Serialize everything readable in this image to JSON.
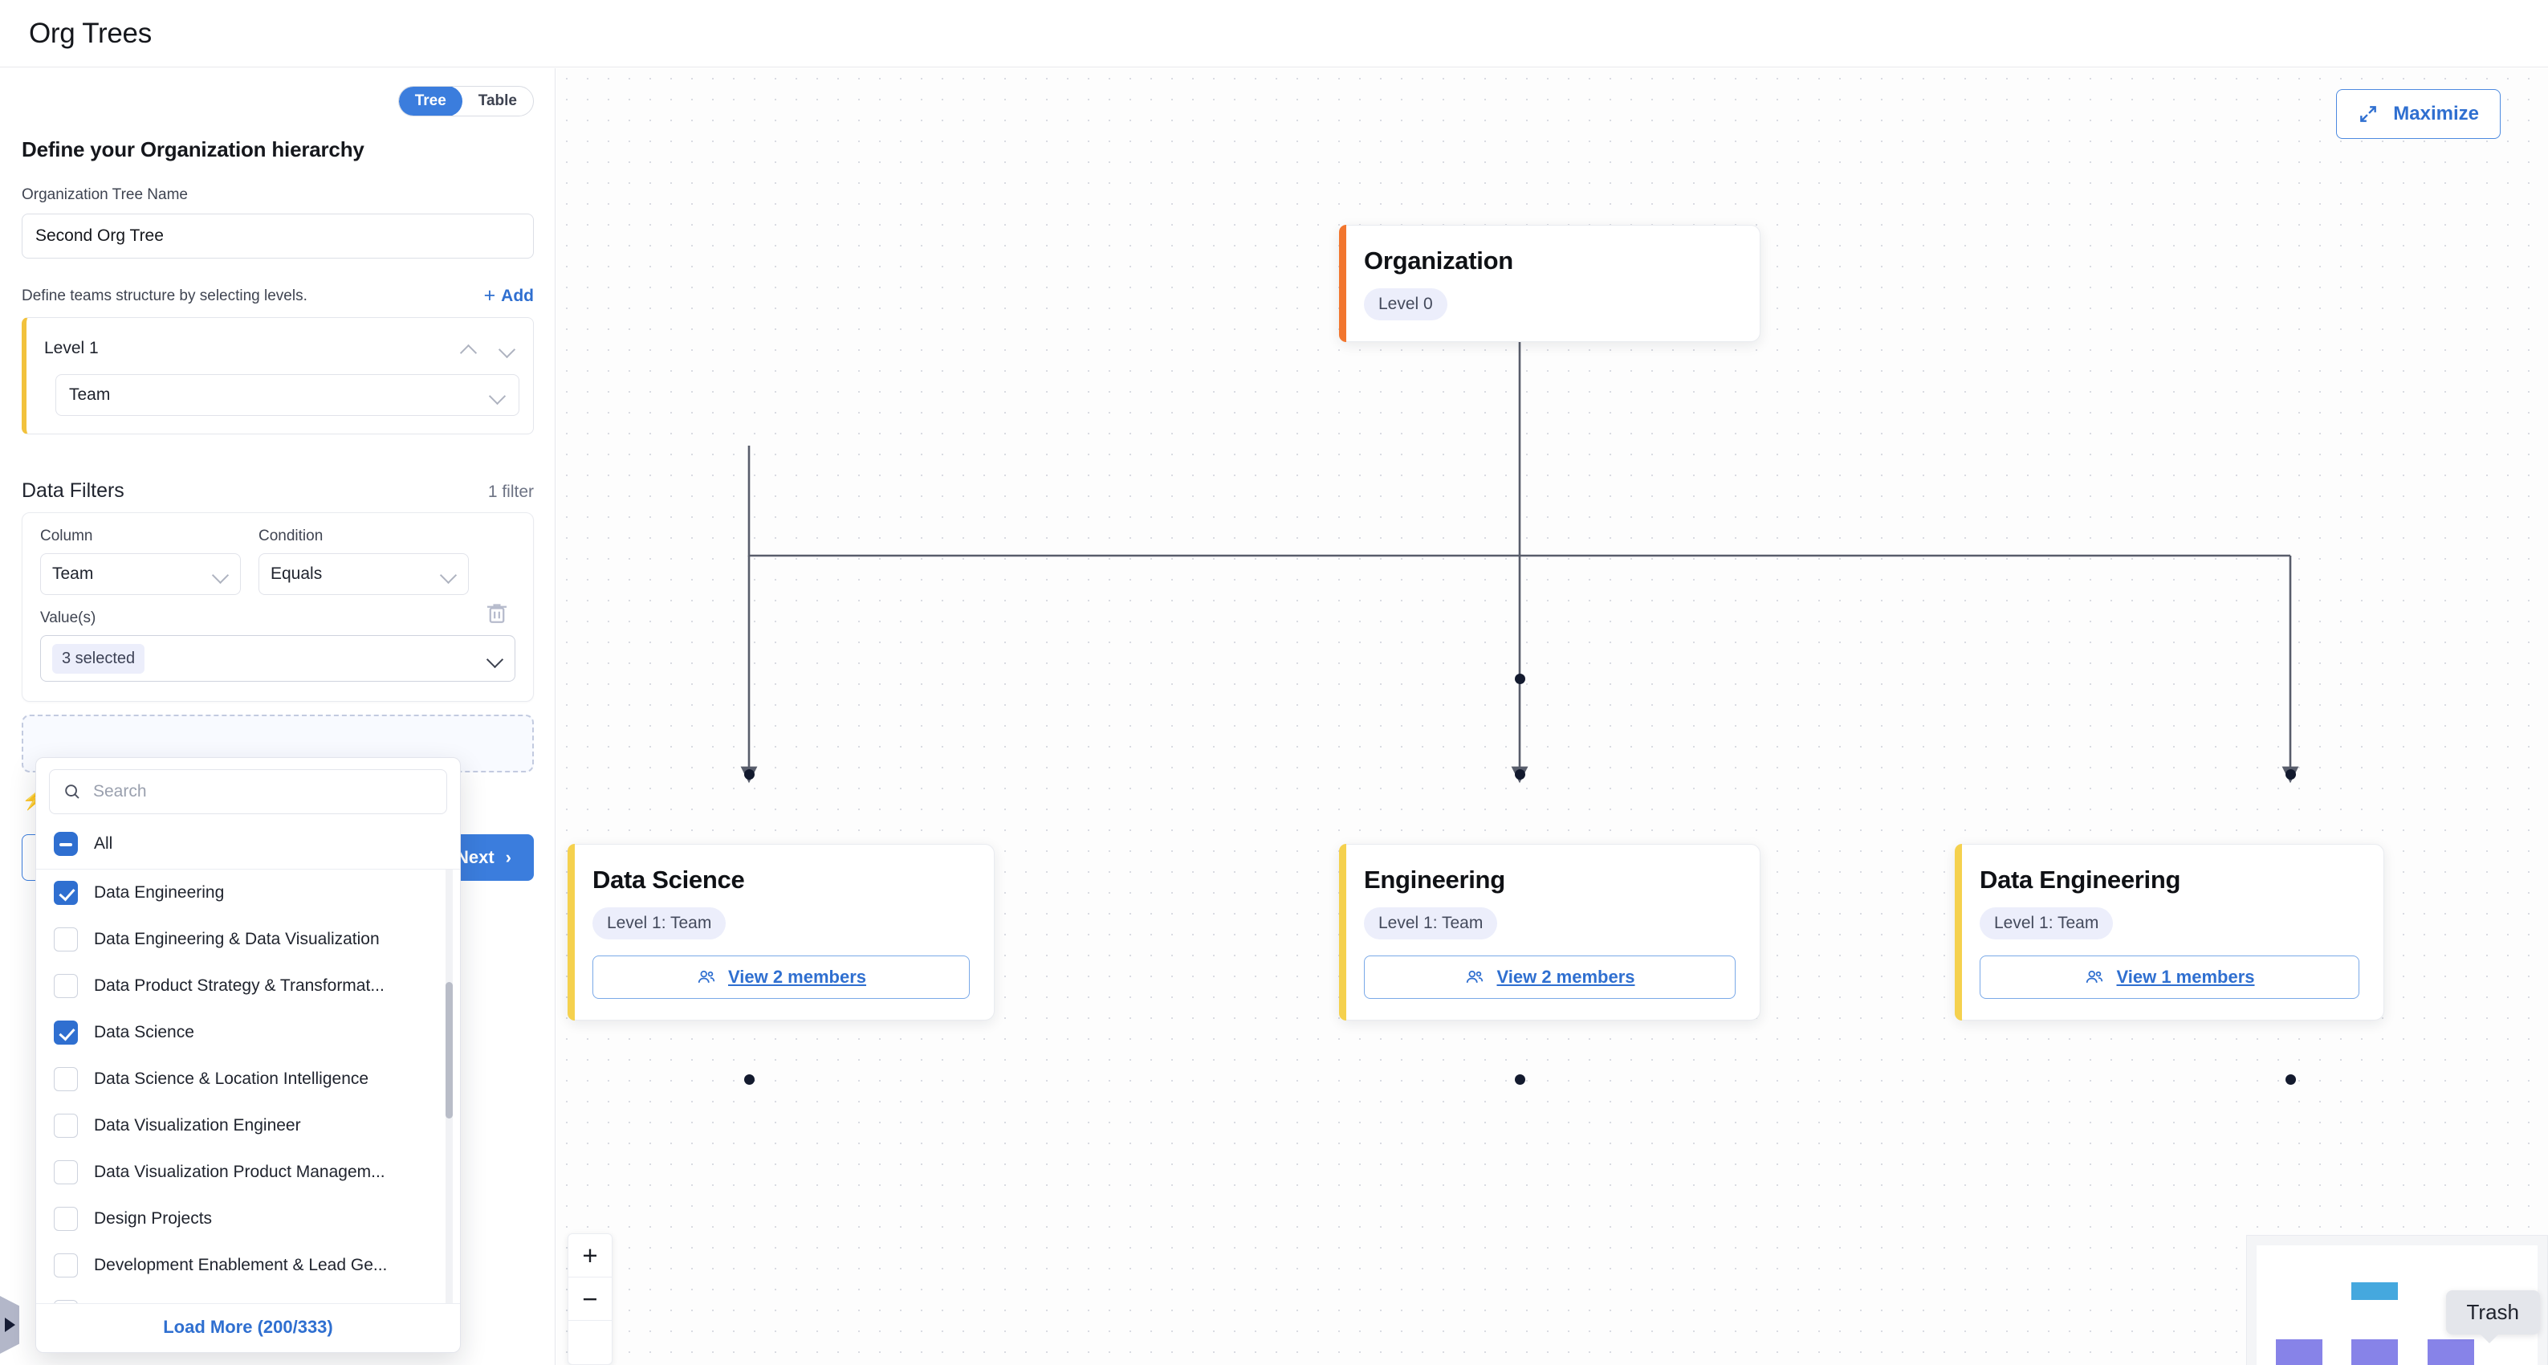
{
  "app": {
    "title": "Org Trees"
  },
  "sidebar": {
    "view_toggle": {
      "options": [
        "Tree",
        "Table"
      ],
      "active": "Tree"
    },
    "heading": "Define your Organization hierarchy",
    "tree_name": {
      "label": "Organization Tree Name",
      "value": "Second Org Tree"
    },
    "levels": {
      "description": "Define teams structure by selecting levels.",
      "add_label": "Add",
      "items": [
        {
          "name": "Level 1",
          "value": "Team"
        }
      ]
    },
    "filters": {
      "title": "Data Filters",
      "count_label": "1 filter",
      "column_label": "Column",
      "column_value": "Team",
      "condition_label": "Condition",
      "condition_value": "Equals",
      "values_label": "Value(s)",
      "values_chip": "3 selected"
    },
    "footer": {
      "next_label": "Next"
    }
  },
  "dropdown": {
    "search_placeholder": "Search",
    "all_label": "All",
    "load_more_label": "Load More (200/333)",
    "options": [
      {
        "label": "Data Engineering",
        "checked": true
      },
      {
        "label": "Data Engineering & Data Visualization",
        "checked": false
      },
      {
        "label": "Data Product Strategy & Transformat...",
        "checked": false
      },
      {
        "label": "Data Science",
        "checked": true
      },
      {
        "label": "Data Science & Location Intelligence",
        "checked": false
      },
      {
        "label": "Data Visualization Engineer",
        "checked": false
      },
      {
        "label": "Data Visualization Product Managem...",
        "checked": false
      },
      {
        "label": "Design Projects",
        "checked": false
      },
      {
        "label": "Development Enablement & Lead Ge...",
        "checked": false
      }
    ]
  },
  "canvas": {
    "maximize_label": "Maximize",
    "zoom_in_label": "+",
    "zoom_out_label": "−",
    "minimap_tooltip": "Trash",
    "nodes": {
      "root": {
        "title": "Organization",
        "badge": "Level 0"
      },
      "children": [
        {
          "title": "Data Science",
          "badge": "Level 1: Team",
          "members_label": "View 2 members"
        },
        {
          "title": "Engineering",
          "badge": "Level 1: Team",
          "members_label": "View 2 members"
        },
        {
          "title": "Data Engineering",
          "badge": "Level 1: Team",
          "members_label": "View 1 members"
        }
      ]
    }
  },
  "colors": {
    "accent": "#3b7ddd",
    "root_bar": "#f2762e",
    "child_bar": "#f5d14e",
    "minimap_root": "#45a8de",
    "minimap_child": "#8783e8"
  }
}
